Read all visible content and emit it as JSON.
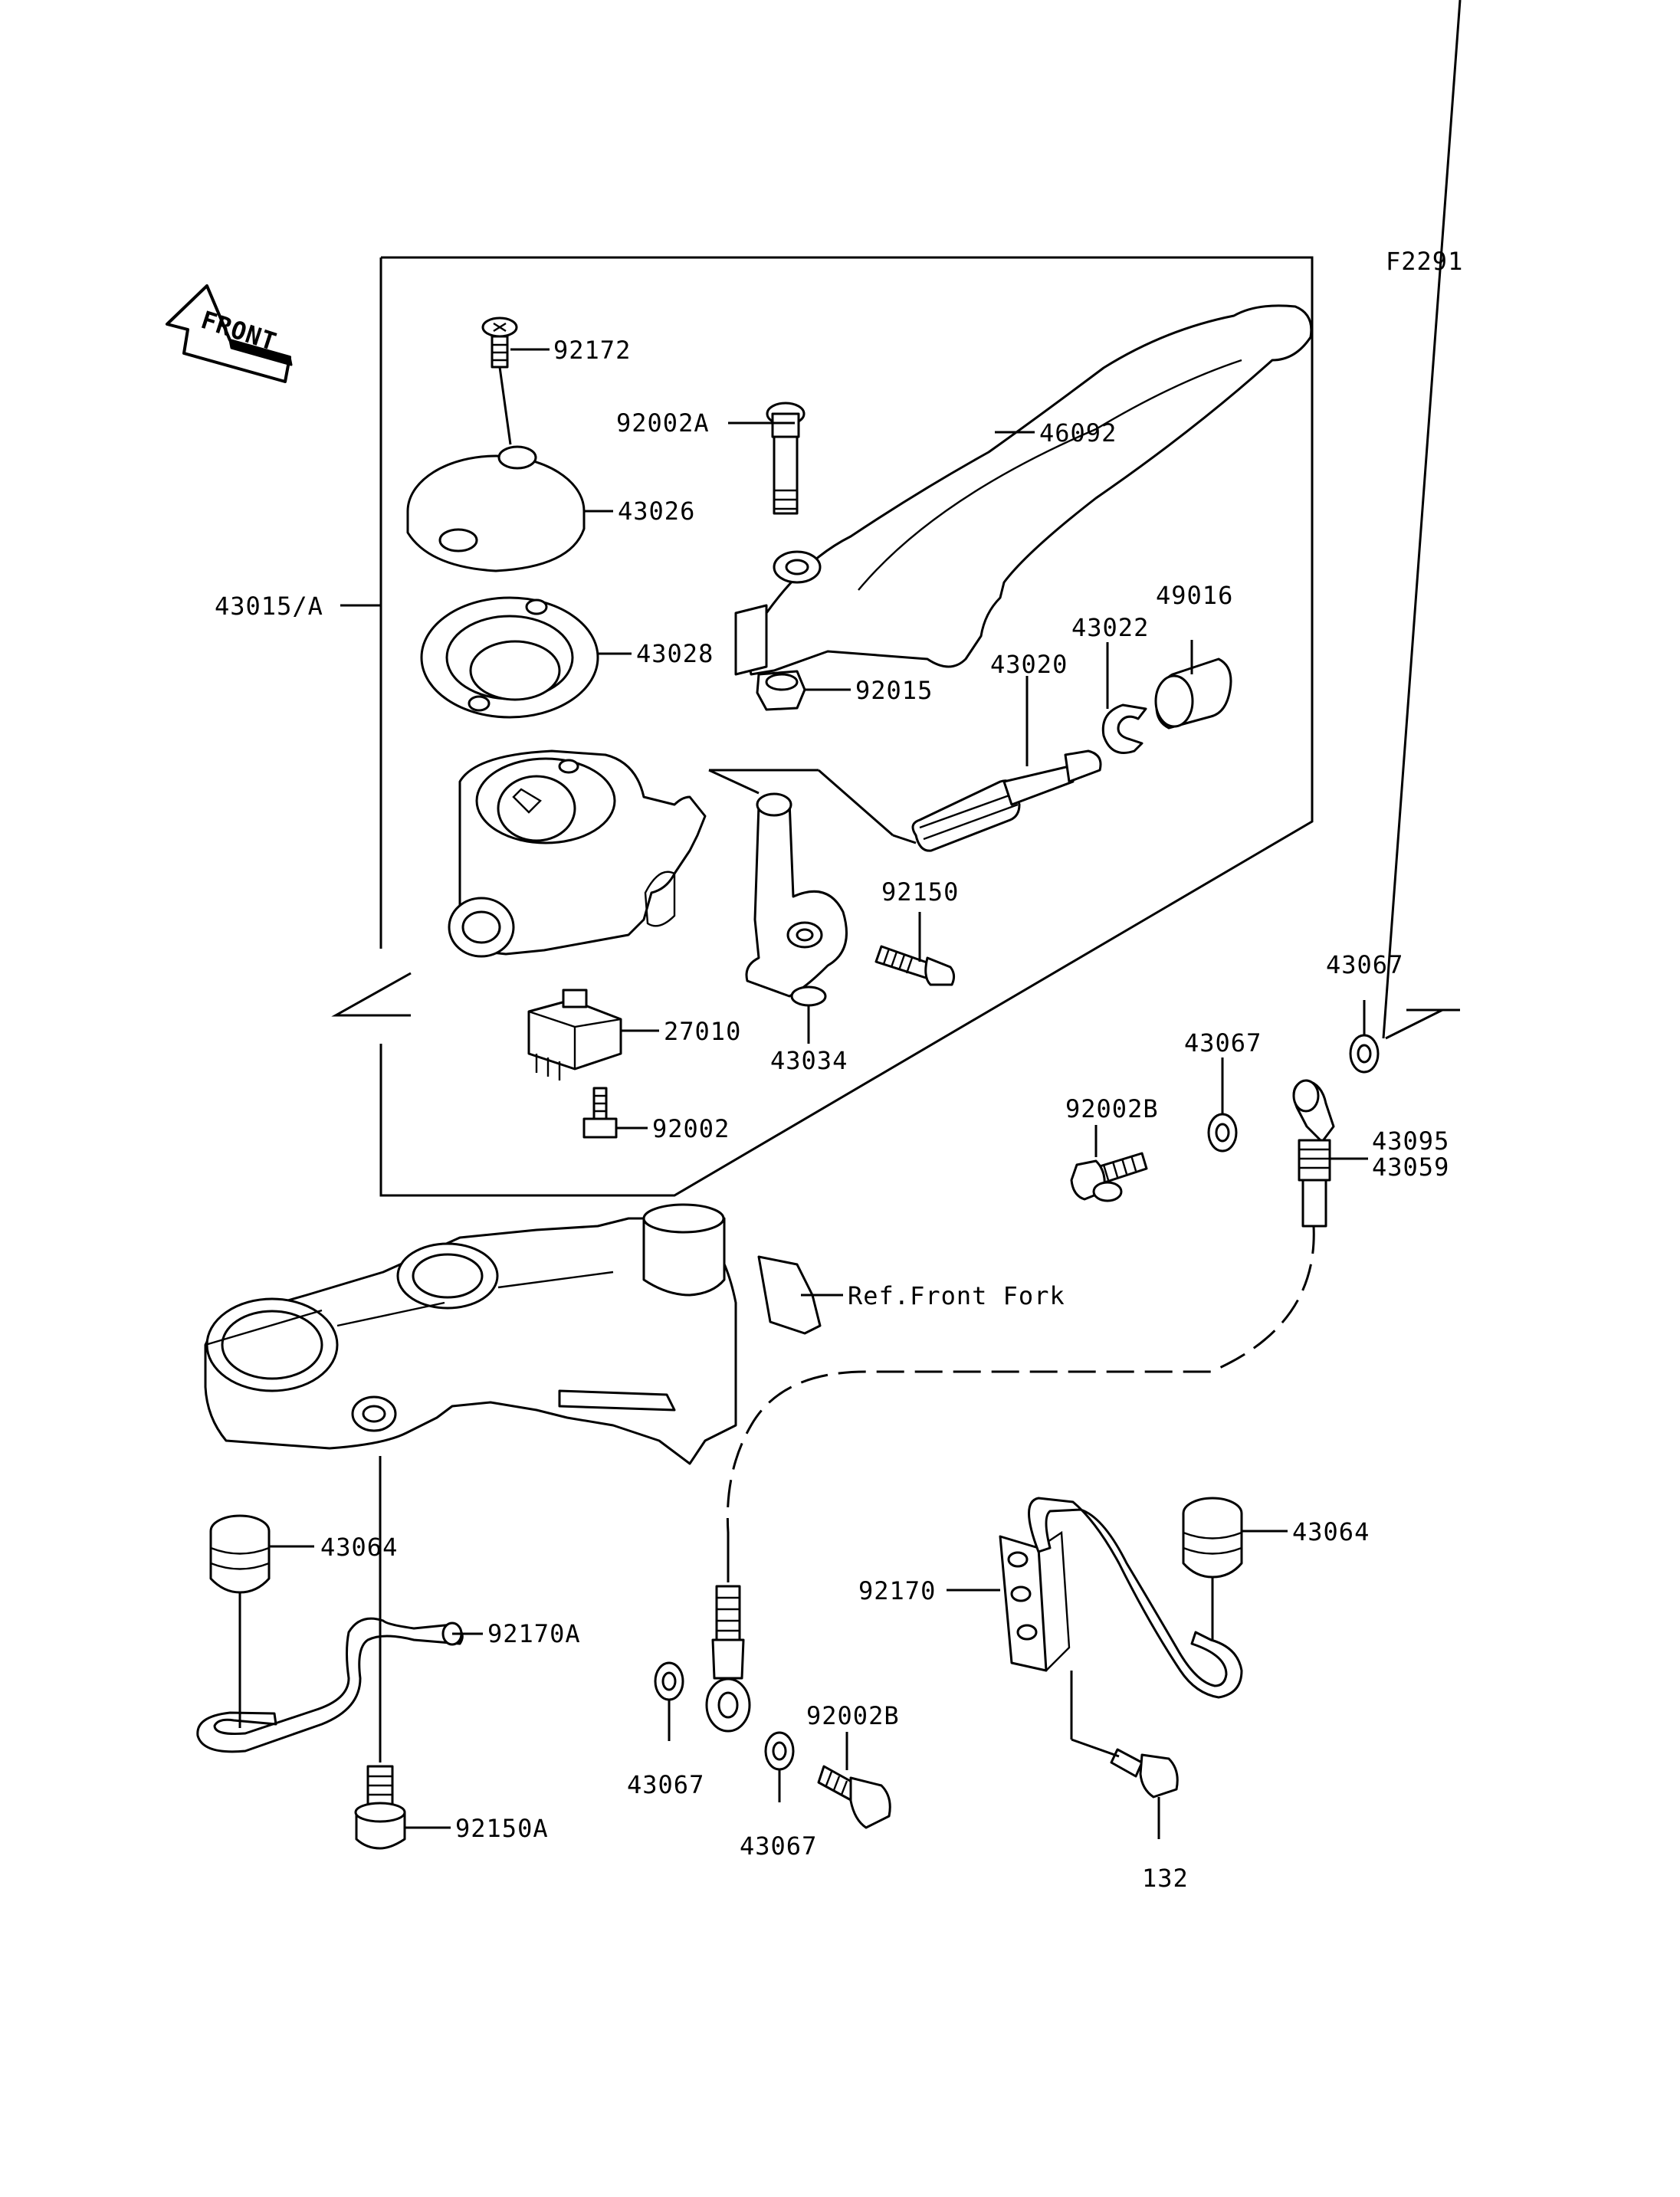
{
  "figure_code": "F2291",
  "front_badge": "FRONT",
  "parts": [
    {
      "id": "p92172",
      "label": "92172"
    },
    {
      "id": "p92002A",
      "label": "92002A"
    },
    {
      "id": "p46092",
      "label": "46092"
    },
    {
      "id": "p43026",
      "label": "43026"
    },
    {
      "id": "p43015A",
      "label": "43015/A"
    },
    {
      "id": "p49016",
      "label": "49016"
    },
    {
      "id": "p43022",
      "label": "43022"
    },
    {
      "id": "p43020",
      "label": "43020"
    },
    {
      "id": "p43028",
      "label": "43028"
    },
    {
      "id": "p92015",
      "label": "92015"
    },
    {
      "id": "p92150",
      "label": "92150"
    },
    {
      "id": "p43067a",
      "label": "43067"
    },
    {
      "id": "p27010",
      "label": "27010"
    },
    {
      "id": "p43034",
      "label": "43034"
    },
    {
      "id": "p43067b",
      "label": "43067"
    },
    {
      "id": "p92002B_a",
      "label": "92002B"
    },
    {
      "id": "p43095",
      "label": "43095"
    },
    {
      "id": "p43059",
      "label": "43059"
    },
    {
      "id": "p92002",
      "label": "92002"
    },
    {
      "id": "refFork",
      "label": "Ref.Front Fork"
    },
    {
      "id": "p43064a",
      "label": "43064"
    },
    {
      "id": "p43064b",
      "label": "43064"
    },
    {
      "id": "p92170A",
      "label": "92170A"
    },
    {
      "id": "p92170",
      "label": "92170"
    },
    {
      "id": "p92002B_b",
      "label": "92002B"
    },
    {
      "id": "p43067c",
      "label": "43067"
    },
    {
      "id": "p43067d",
      "label": "43067"
    },
    {
      "id": "p92150A",
      "label": "92150A"
    },
    {
      "id": "p132",
      "label": "132"
    }
  ]
}
